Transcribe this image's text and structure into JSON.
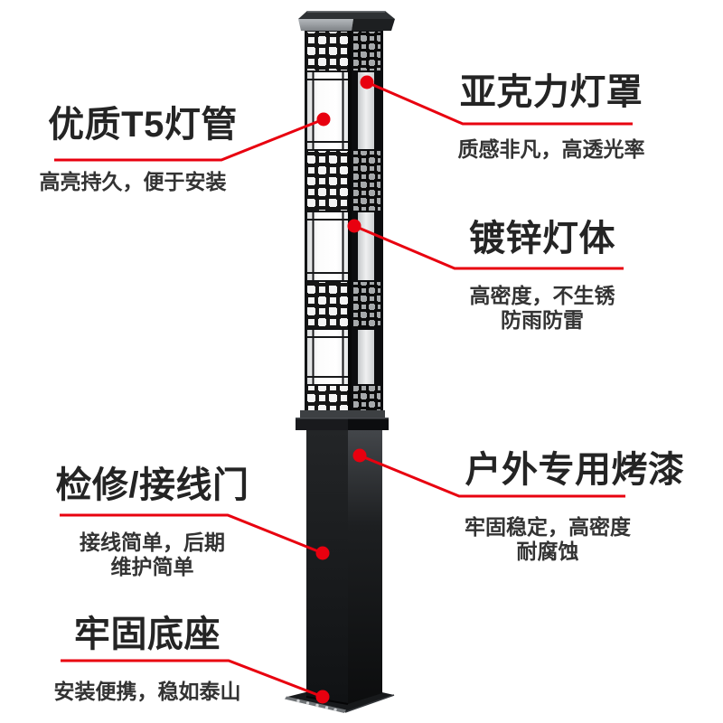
{
  "colors": {
    "accent_red": "#e8000f",
    "title_text": "#242424",
    "subtitle_text": "#333333",
    "lamp_black": "#121315",
    "panel_white": "#ffffff",
    "background": "#ffffff"
  },
  "illustration": {
    "semantic": "square-chinese-lattice-landscape-lamp-post"
  },
  "callouts": [
    {
      "id": "t5-tube",
      "side": "left",
      "title": "优质T5灯管",
      "lines": [
        "高亮持久，便于安装"
      ]
    },
    {
      "id": "acrylic-shade",
      "side": "right",
      "title": "亚克力灯罩",
      "lines": [
        "质感非凡，高透光率"
      ]
    },
    {
      "id": "galvanized-body",
      "side": "right",
      "title": "镀锌灯体",
      "lines": [
        "高密度，不生锈",
        "防雨防雷"
      ]
    },
    {
      "id": "access-door",
      "side": "left",
      "title": "检修/接线门",
      "lines": [
        "接线简单，后期",
        "维护简单"
      ]
    },
    {
      "id": "outdoor-paint",
      "side": "right",
      "title": "户外专用烤漆",
      "lines": [
        "牢固稳定，高密度",
        "耐腐蚀"
      ]
    },
    {
      "id": "solid-base",
      "side": "left",
      "title": "牢固底座",
      "lines": [
        "安装便携，稳如泰山"
      ]
    }
  ]
}
